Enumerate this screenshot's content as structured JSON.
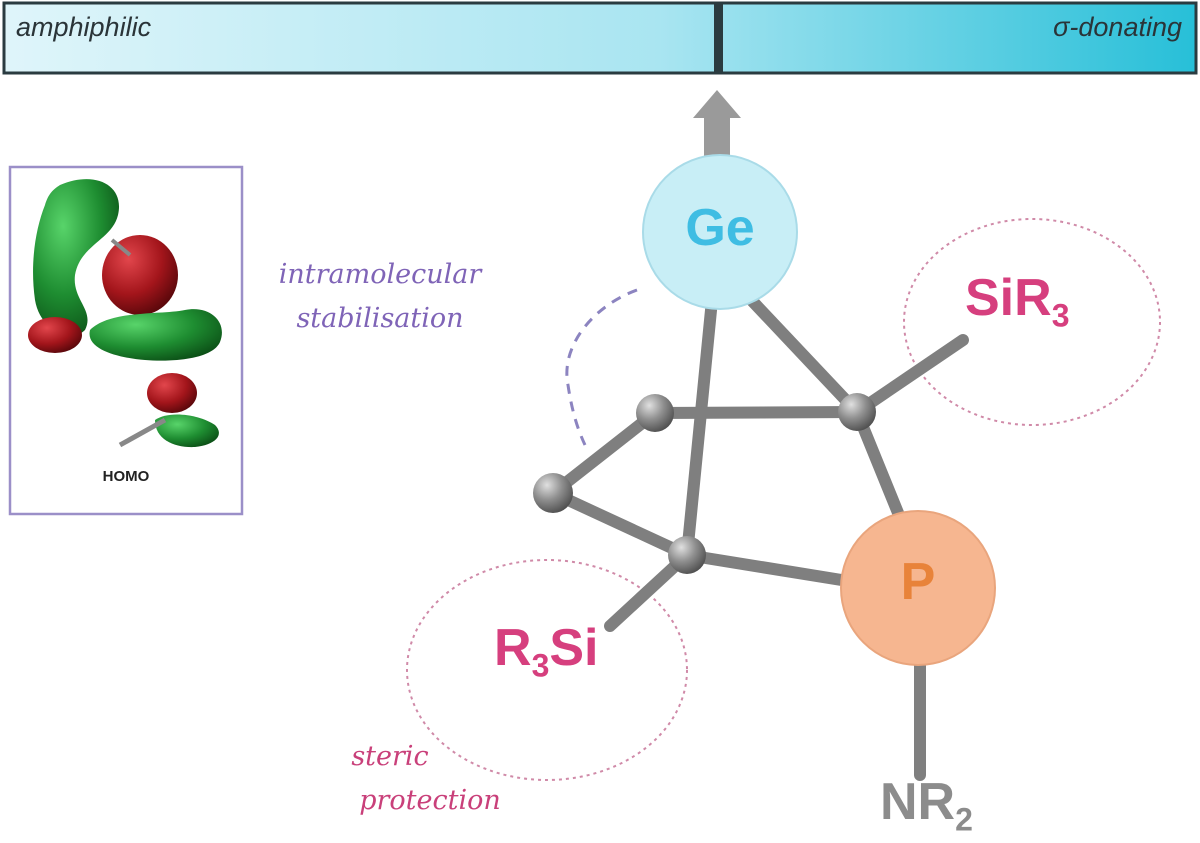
{
  "scale_bar": {
    "left_label": "amphiphilic",
    "right_label": "σ-donating"
  },
  "labels": {
    "homo": "HOMO",
    "intramolecular_line1": "intramolecular",
    "intramolecular_line2": "stabilisation",
    "steric_line1": "steric",
    "steric_line2": "protection"
  },
  "atoms": {
    "ge": "Ge",
    "p": "P",
    "sir3": "SiR",
    "sir3_sub": "3",
    "r3si_r": "R",
    "r3si_sub": "3",
    "r3si_si": "Si",
    "nr2": "NR",
    "nr2_sub": "2"
  },
  "colors": {
    "scale_bar_light": "#d9f3f9",
    "scale_bar_dark": "#2cc1d9",
    "ge_atom": "#c8eef6",
    "ge_text": "#3fbde3",
    "p_atom": "#f6b690",
    "p_text": "#e8833a",
    "silyl_text": "#d63f7e",
    "intramolecular_text": "#7f64b7",
    "steric_text": "#c9407a",
    "bond": "#7f7f7f",
    "orbital_green": "#1f8f32",
    "orbital_red": "#a3151b"
  }
}
